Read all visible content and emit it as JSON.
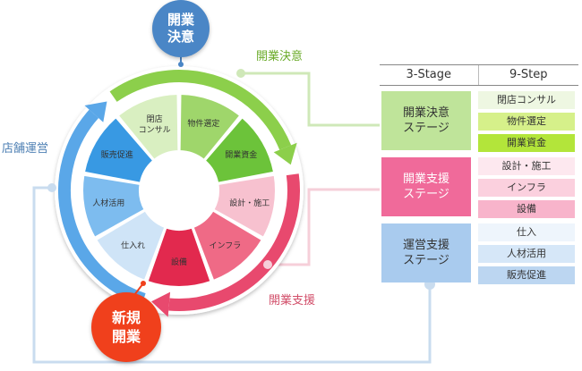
{
  "badges": {
    "decision": {
      "line1": "開業",
      "line2": "決意",
      "color": "#4a86c6"
    },
    "new_opening": {
      "line1": "新規",
      "line2": "開業",
      "color": "#f0401c"
    }
  },
  "stage_labels": {
    "decision": "開業決意",
    "support": "開業支援",
    "operations": "店舗運営"
  },
  "wheel_segments": [
    {
      "key": "consult",
      "line1": "閉店",
      "line2": "コンサル",
      "color": "#d9efc1",
      "text_color": "#333333"
    },
    {
      "key": "property",
      "line1": "物件選定",
      "line2": "",
      "color": "#9fd66b",
      "text_color": "#333333"
    },
    {
      "key": "funding",
      "line1": "開業資金",
      "line2": "",
      "color": "#6cc33a",
      "text_color": "#333333"
    },
    {
      "key": "design",
      "line1": "設計・施工",
      "line2": "",
      "color": "#f7c1cf",
      "text_color": "#333333"
    },
    {
      "key": "infra",
      "line1": "インフラ",
      "line2": "",
      "color": "#ef6a86",
      "text_color": "#333333"
    },
    {
      "key": "equipment",
      "line1": "設備",
      "line2": "",
      "color": "#e2294e",
      "text_color": "#333333"
    },
    {
      "key": "purchasing",
      "line1": "仕入れ",
      "line2": "",
      "color": "#cfe4f7",
      "text_color": "#333333"
    },
    {
      "key": "hr",
      "line1": "人材活用",
      "line2": "",
      "color": "#7dbcef",
      "text_color": "#333333"
    },
    {
      "key": "promotion",
      "line1": "販売促進",
      "line2": "",
      "color": "#3899e3",
      "text_color": "#333333"
    }
  ],
  "table": {
    "header_stage": "3-Stage",
    "header_step": "9-Step",
    "stages": [
      {
        "line1": "開業決意",
        "line2": "ステージ",
        "color": "#bfe49a",
        "text_color": "#333333",
        "steps": [
          {
            "label": "閉店コンサル",
            "color": "#eef7e2"
          },
          {
            "label": "物件選定",
            "color": "#d6f08a"
          },
          {
            "label": "開業資金",
            "color": "#b3e53a"
          }
        ]
      },
      {
        "line1": "開業支援",
        "line2": "ステージ",
        "color": "#f06a9a",
        "text_color": "#ffffff",
        "steps": [
          {
            "label": "設計・施工",
            "color": "#fde8ef"
          },
          {
            "label": "インフラ",
            "color": "#fbd0de"
          },
          {
            "label": "設備",
            "color": "#f8b4cb"
          }
        ]
      },
      {
        "line1": "運営支援",
        "line2": "ステージ",
        "color": "#a9cbee",
        "text_color": "#333333",
        "steps": [
          {
            "label": "仕入",
            "color": "#eef5fc"
          },
          {
            "label": "人材活用",
            "color": "#d6e7f8"
          },
          {
            "label": "販売促進",
            "color": "#bcd6f1"
          }
        ]
      }
    ]
  }
}
